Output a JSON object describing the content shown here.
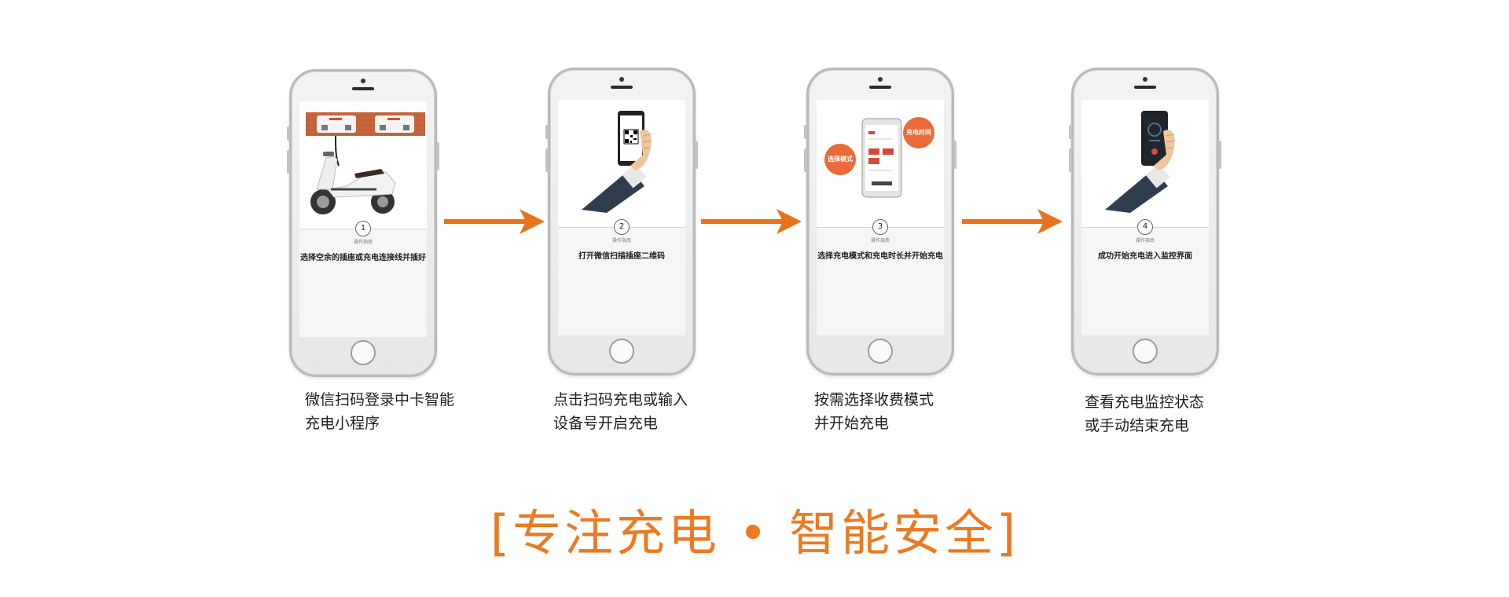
{
  "steps": [
    {
      "number": "1",
      "sub_label": "操作指南",
      "screen_title": "选择空余的插座或充电连接线并插好",
      "caption_line1": "微信扫码登录中卡智能",
      "caption_line2": "充电小程序"
    },
    {
      "number": "2",
      "sub_label": "操作指南",
      "screen_title": "打开微信扫描插座二维码",
      "caption_line1": "点击扫码充电或输入",
      "caption_line2": "设备号开启充电"
    },
    {
      "number": "3",
      "sub_label": "操作指南",
      "screen_title": "选择充电模式和充电时长并开始充电",
      "caption_line1": "按需选择收费模式",
      "caption_line2": "并开始充电",
      "bubble_mode": "选择模式",
      "bubble_time": "充电时间"
    },
    {
      "number": "4",
      "sub_label": "操作指南",
      "screen_title": "成功开始充电进入监控界面",
      "caption_line1": "查看充电监控状态",
      "caption_line2": "或手动结束充电"
    }
  ],
  "slogan": "[专注充电 • 智能安全]",
  "colors": {
    "accent": "#ec7a22",
    "arrow": "#e8731c",
    "sleeve": "#2f3e4e",
    "skin": "#f0c79a"
  },
  "icons": [
    "scooter-illustration",
    "charging-station-icon",
    "hand-phone-illustration",
    "qr-code-icon",
    "speech-bubble-icon",
    "arrow-right-icon"
  ]
}
